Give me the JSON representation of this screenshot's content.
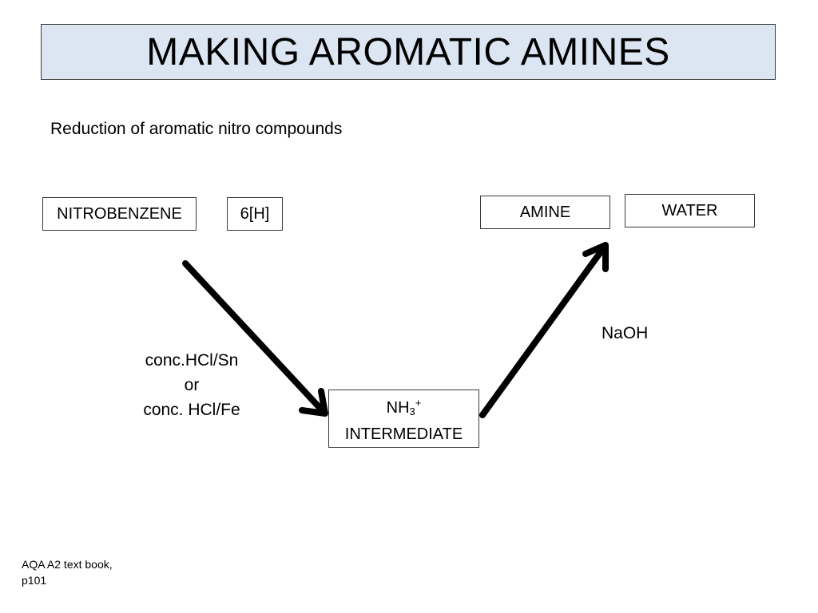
{
  "slide": {
    "title": "MAKING AROMATIC AMINES",
    "subtitle": "Reduction of aromatic nitro compounds",
    "title_background": "#dce6f2"
  },
  "reactants": {
    "nitrobenzene": "NITROBENZENE",
    "hydrogen": "6[H]"
  },
  "products": {
    "amine": "AMINE",
    "water": "WATER"
  },
  "intermediate": {
    "formula_main": "NH",
    "formula_sub": "3",
    "formula_sup": "+",
    "label": "INTERMEDIATE"
  },
  "reagents": {
    "step1_line1": "conc.HCl/Sn",
    "step1_line2": "or",
    "step1_line3": "conc. HCl/Fe",
    "step2": "NaOH"
  },
  "reference": {
    "line1": "AQA A2 text book,",
    "line2": "p101"
  }
}
